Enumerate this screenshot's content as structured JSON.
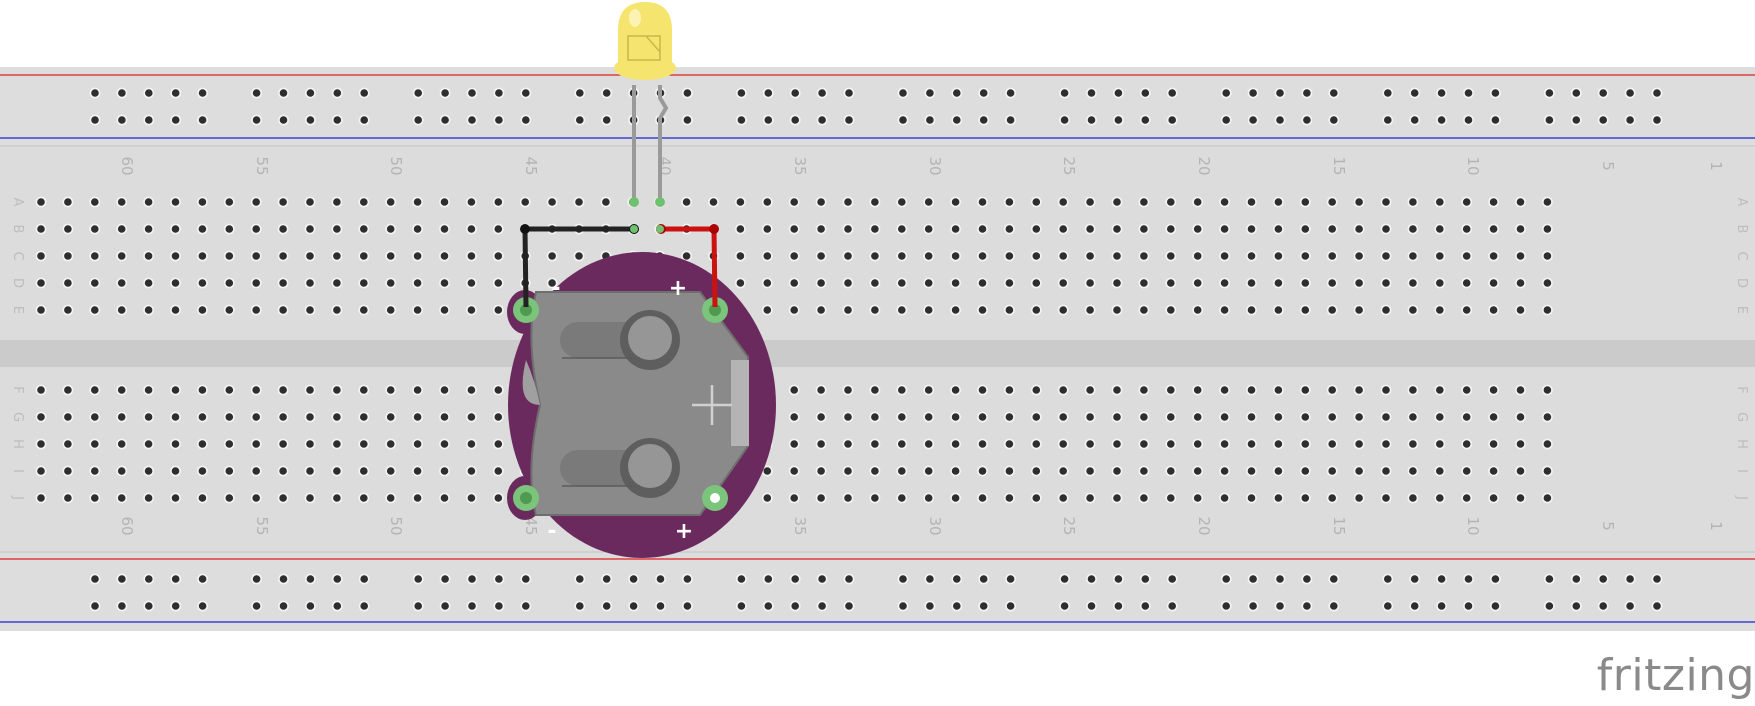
{
  "breadboard": {
    "column_numbers": [
      "60",
      "55",
      "50",
      "45",
      "40",
      "35",
      "30",
      "25",
      "20",
      "15",
      "10",
      "5",
      "1"
    ],
    "row_letters_top": [
      "A",
      "B",
      "C",
      "D",
      "E"
    ],
    "row_letters_bottom": [
      "F",
      "G",
      "H",
      "I",
      "J"
    ],
    "rail_colors": {
      "positive": "#e02020",
      "negative": "#2020d0"
    }
  },
  "components": {
    "led": {
      "color": "#f5e46e"
    },
    "coin_cell_holder": {
      "board_color": "#6b2a5e",
      "labels": {
        "minus": "-",
        "plus": "+"
      }
    },
    "wires": {
      "black": "#222222",
      "red": "#cc1111"
    }
  },
  "brand": {
    "logo_text": "fritzing"
  }
}
